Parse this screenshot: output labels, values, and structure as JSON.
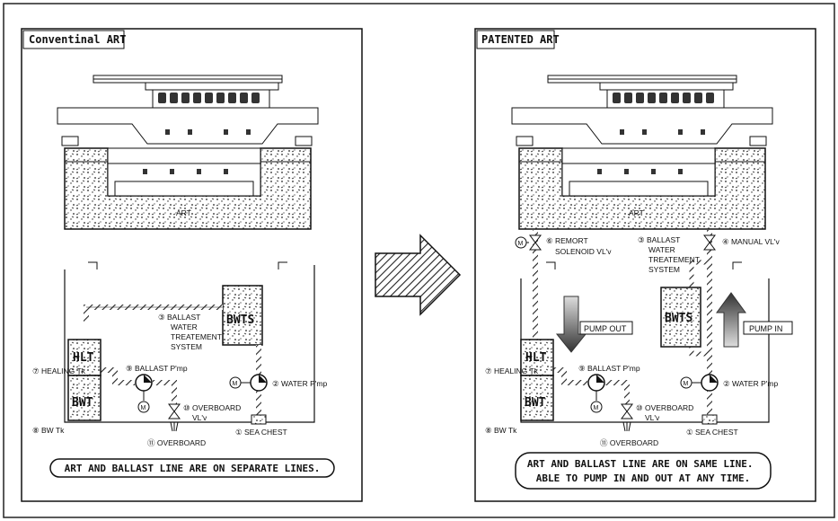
{
  "left_panel": {
    "title": "Conventinal ART",
    "art_label": "ART",
    "tank_label": "BWTS",
    "labels": {
      "ballast_system": [
        "③ BALLAST",
        "WATER",
        "TREATEMENT",
        "SYSTEM"
      ],
      "healing": "⑦ HEALING Tk",
      "ballast_pump": "⑨ BALLAST P'mp",
      "water_pump": "② WATER P'mp",
      "overboard_valve": [
        "⑩ OVERBOARD",
        "VL'v"
      ],
      "overboard": "⑪ OVERBOARD",
      "sea_chest": "① SEA CHEST",
      "bw_tank": "⑧ BW Tk",
      "hlt": "HLT",
      "bwt": "BWT",
      "motor": "M"
    },
    "note": "ART AND BALLAST LINE ARE ON SEPARATE LINES."
  },
  "right_panel": {
    "title": "PATENTED ART",
    "art_label": "ART",
    "tank_label": "BWTS",
    "labels": {
      "remote_valve": [
        "⑥ REMORT",
        "SOLENOID VL'v"
      ],
      "ballast_system": [
        "③ BALLAST",
        "WATER",
        "TREATEMENT",
        "SYSTEM"
      ],
      "manual_valve": "④ MANUAL VL'v",
      "pump_out": "PUMP OUT",
      "pump_in": "PUMP IN",
      "healing": "⑦ HEALING Tk",
      "ballast_pump": "⑨ BALLAST P'mp",
      "water_pump": "② WATER P'mp",
      "overboard_valve": [
        "⑩ OVERBOARD",
        "VL'v"
      ],
      "overboard": "⑪ OVERBOARD",
      "sea_chest": "① SEA CHEST",
      "bw_tank": "⑧ BW Tk",
      "hlt": "HLT",
      "bwt": "BWT",
      "motor": "M"
    },
    "note": [
      "ART AND BALLAST LINE ARE ON SAME LINE.",
      "ABLE TO PUMP IN AND OUT AT ANY TIME."
    ]
  },
  "colors": {
    "line": "#111111",
    "hatch_fill": "#555555",
    "panel_bg": "#ffffff"
  }
}
